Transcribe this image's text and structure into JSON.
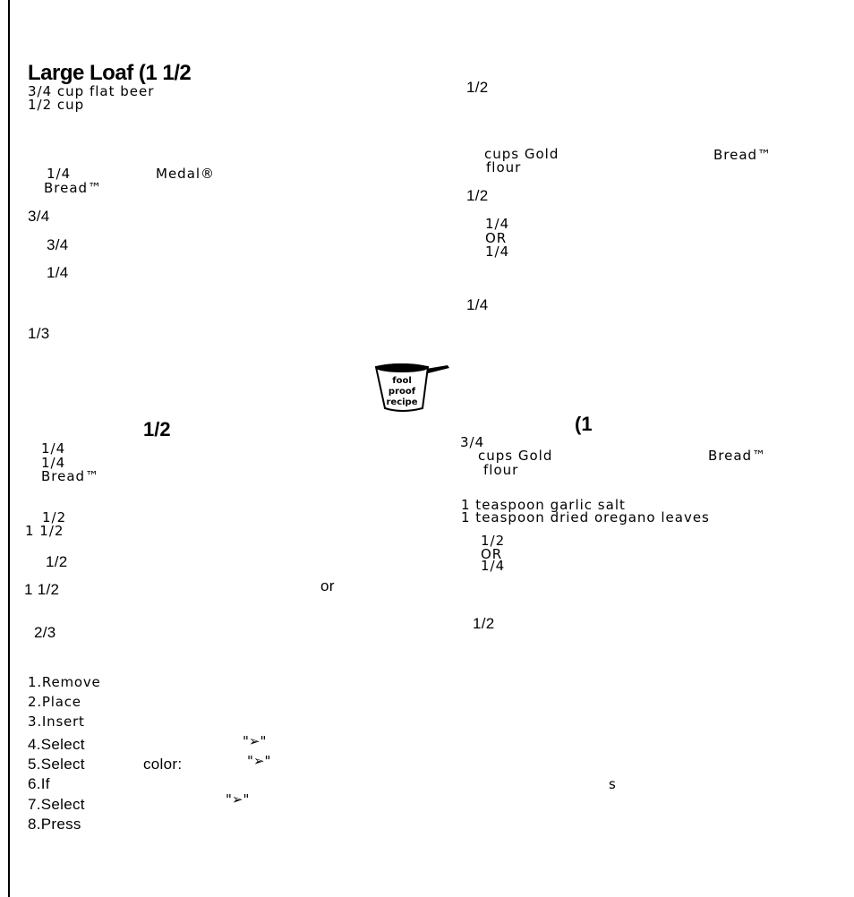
{
  "left": {
    "title": "Large Loaf (1 1/2",
    "l_beer": "3/4 cup flat beer",
    "l_half_cup": "1/2 cup",
    "l_q1": "1/4",
    "l_medal": "Medal®",
    "l_bread1": "Bread™",
    "l_q2": "3/4",
    "l_q3": "3/4",
    "l_q4": "1/4",
    "l_q5": "1/3",
    "subtitle": "1/2",
    "l_q6": "1/4",
    "l_q7": "1/4",
    "l_bread2": "Bread™",
    "l_q8": "1/2",
    "l_q9": "1 1/2",
    "l_q10": "1/2",
    "l_q11": "1 1/2",
    "l_or": "or",
    "l_q12": "2/3"
  },
  "steps": {
    "s1": "1.Remove",
    "s2": "2.Place",
    "s3": "3.Insert",
    "s4": "4.Select",
    "s4_arrow": "\"➢\"",
    "s5": "5.Select",
    "s5_color": "color:",
    "s5_arrow": "\"➢\"",
    "s6": "6.If",
    "s6_s": "s",
    "s7": "7.Select",
    "s7_arrow": "\"➢\"",
    "s8": "8.Press"
  },
  "right": {
    "r_q1": "1/2",
    "r_cups_gold1": "cups Gold",
    "r_bread1": "Bread™",
    "r_flour1": "flour",
    "r_q2": "1/2",
    "r_q3": "1/4",
    "r_or1": "OR",
    "r_q4": "1/4",
    "r_q5": "1/4",
    "subtitle": "(1",
    "r_q6": "3/4",
    "r_cups_gold2": "cups Gold",
    "r_bread2": "Bread™",
    "r_flour2": "flour",
    "r_garlic": "1 teaspoon garlic salt",
    "r_oregano": "1 teaspoon dried oregano leaves",
    "r_q7": "1/2",
    "r_or2": "OR",
    "r_q8": "1/4",
    "r_q9": "1/2"
  },
  "logo": {
    "line1": "fool",
    "line2": "proof",
    "line3": "recipe",
    "icon": "measuring-cup-icon"
  }
}
